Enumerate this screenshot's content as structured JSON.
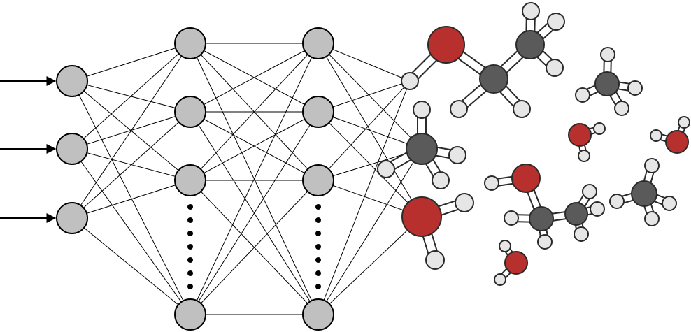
{
  "diagram": {
    "network": {
      "input_arrow_count": 3,
      "layers": [
        {
          "visible_nodes": 3,
          "ellipsis": false
        },
        {
          "visible_nodes": 4,
          "ellipsis": true
        },
        {
          "visible_nodes": 4,
          "ellipsis": true
        }
      ],
      "output_nodes": 3,
      "node_color": "#c0c0c0",
      "stroke_color": "#000000"
    },
    "molecules": [
      "ethanol",
      "methane",
      "water",
      "methane",
      "water",
      "water",
      "ethanol",
      "methane",
      "water"
    ],
    "atom_colors": {
      "oxygen": "#b8302e",
      "carbon": "#5a5a5a",
      "hydrogen": "#e6e6e6",
      "bond_outline": "#2a2a2a"
    }
  }
}
